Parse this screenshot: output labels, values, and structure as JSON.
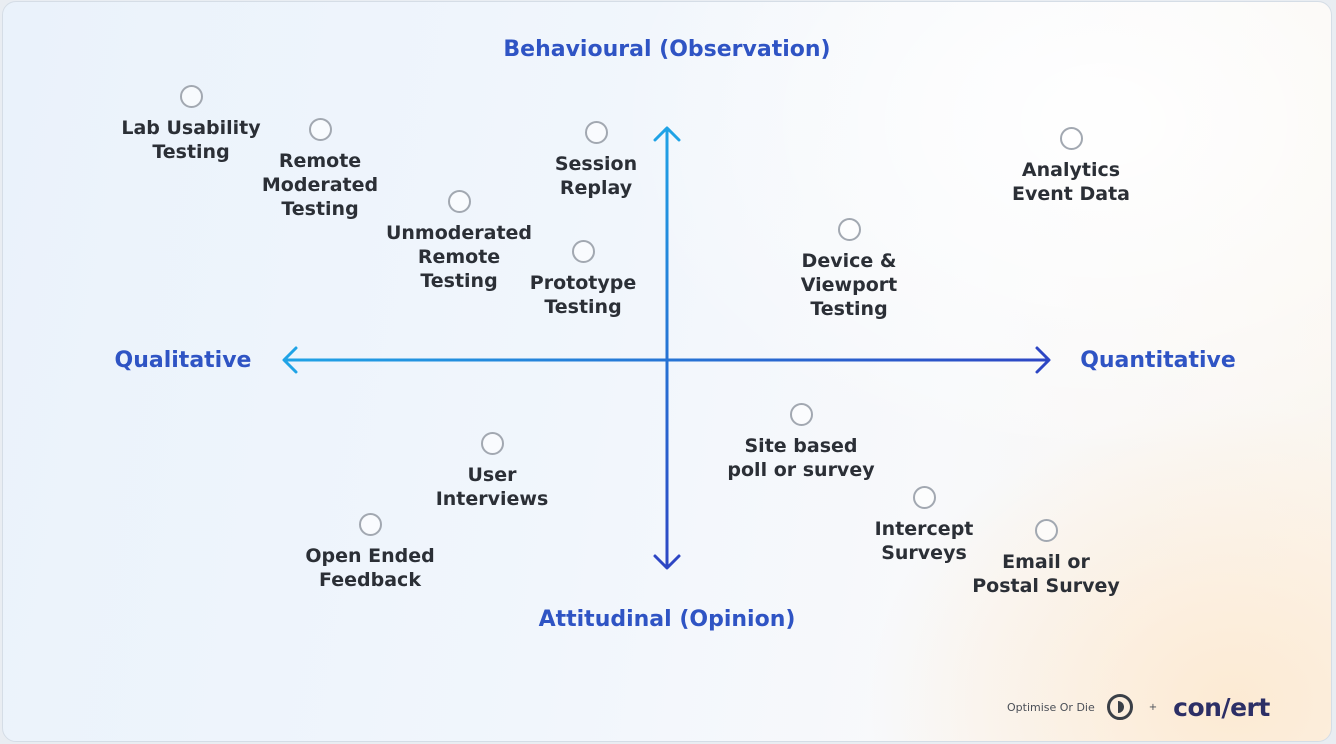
{
  "axes": {
    "top": "Behavioural\n(Observation)",
    "bottom": "Attitudinal\n(Opinion)",
    "left": "Qualitative",
    "right": "Quantitative"
  },
  "methods": [
    {
      "id": "lab-usability-testing",
      "label": "Lab Usability\nTesting"
    },
    {
      "id": "remote-moderated-testing",
      "label": "Remote\nModerated\nTesting"
    },
    {
      "id": "session-replay",
      "label": "Session\nReplay"
    },
    {
      "id": "unmoderated-remote-testing",
      "label": "Unmoderated\nRemote\nTesting"
    },
    {
      "id": "prototype-testing",
      "label": "Prototype\nTesting"
    },
    {
      "id": "analytics-event-data",
      "label": "Analytics\nEvent Data"
    },
    {
      "id": "device-viewport-testing",
      "label": "Device &\nViewport\nTesting"
    },
    {
      "id": "site-based-poll-survey",
      "label": "Site based\npoll or survey"
    },
    {
      "id": "user-interviews",
      "label": "User\nInterviews"
    },
    {
      "id": "open-ended-feedback",
      "label": "Open Ended\nFeedback"
    },
    {
      "id": "intercept-surveys",
      "label": "Intercept\nSurveys"
    },
    {
      "id": "email-postal-survey",
      "label": "Email or\nPostal Survey"
    }
  ],
  "branding": {
    "partner_text": "Optimise Or Die",
    "separator": "+",
    "logo_text": "con/ert"
  },
  "colors": {
    "axis_light": "#1fa3e6",
    "axis_dark": "#2d46c4",
    "label_blue": "#2f54c4",
    "point_border": "#a2a8b1"
  }
}
